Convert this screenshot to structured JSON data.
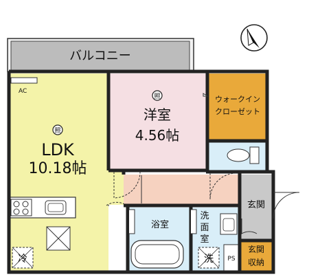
{
  "rooms": {
    "balcony": {
      "label": "バルコニー"
    },
    "ldk": {
      "label": "LDK",
      "size": "10.18帖",
      "ac": "AC"
    },
    "western_room": {
      "label": "洋室",
      "size": "4.56帖"
    },
    "walk_in_closet": {
      "line1": "ウォークイン",
      "line2": "クローゼット"
    },
    "bath": {
      "label": "浴室"
    },
    "washroom": {
      "line1": "洗",
      "line2": "面",
      "line3": "室"
    },
    "entrance": {
      "label": "玄関"
    },
    "entrance_storage": {
      "line1": "玄関",
      "line2": "収納"
    },
    "ps": {
      "label": "PS"
    }
  },
  "symbols": {
    "lighting_mark": "照",
    "fridge_mark": "冷",
    "washer_mark": "洗"
  },
  "colors": {
    "ldk": "#f4f3a9",
    "western_room": "#f5dfe3",
    "walk_in_closet": "#e9a93a",
    "toilet": "#d9eef8",
    "hallway": "#f6d2c0",
    "balcony": "#bcbcbc",
    "entrance": "#c9c9c9",
    "entrance_storage": "#e9a93a",
    "wall": "#222222"
  }
}
